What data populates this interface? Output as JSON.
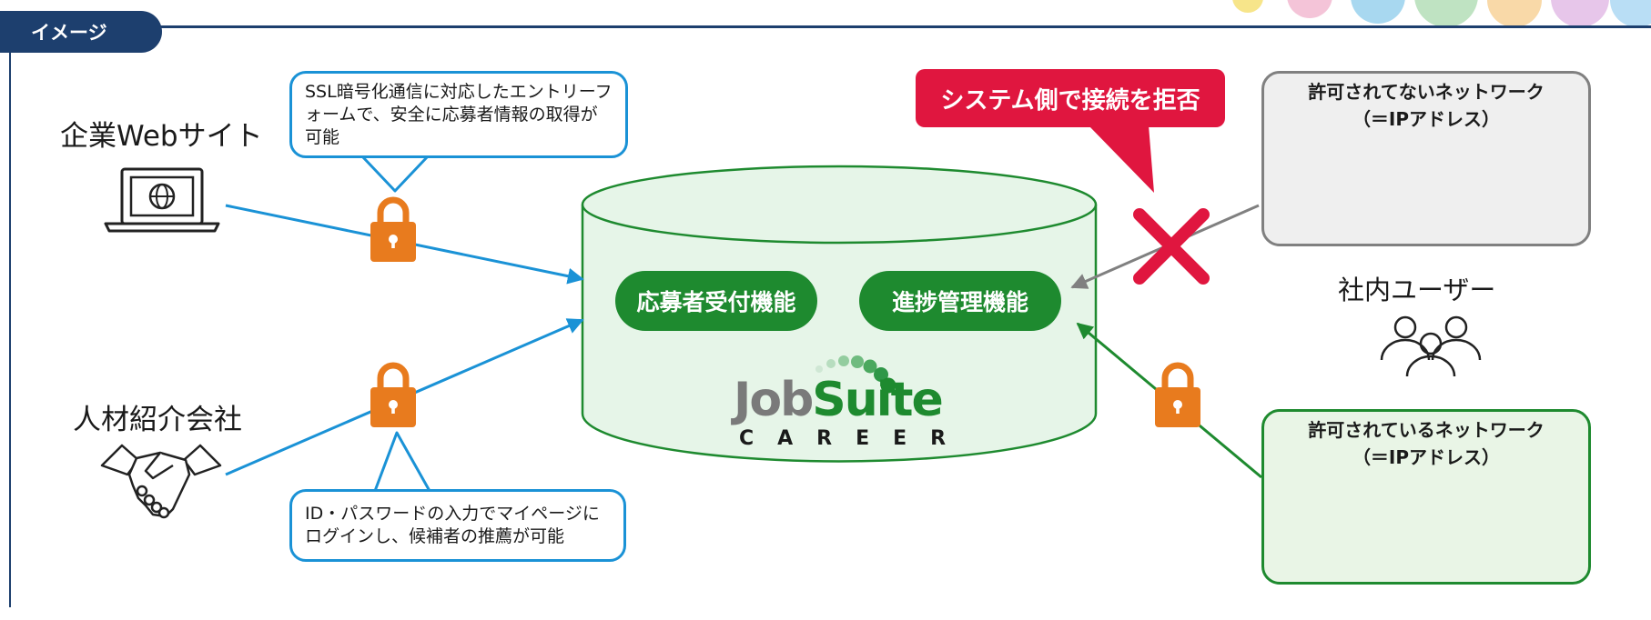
{
  "tag": "イメージ",
  "sources": {
    "corporate_site": "企業Webサイト",
    "agency": "人材紹介会社",
    "internal_users": "社内ユーザー"
  },
  "bubbles": {
    "ssl": "SSL暗号化通信に対応したエントリーフォームで、安全に応募者情報の取得が可能",
    "login": "ID・パスワードの入力でマイページにログインし、候補者の推薦が可能"
  },
  "reject_callout": "システム側で接続を拒否",
  "networks": {
    "denied_title": "許可されてないネットワーク",
    "denied_sub": "（＝IPアドレス）",
    "allowed_title": "許可されているネットワーク",
    "allowed_sub": "（＝IPアドレス）"
  },
  "functions": {
    "applicant": "応募者受付機能",
    "progress": "進捗管理機能"
  },
  "logo": {
    "job": "Job",
    "suite": "Suite",
    "career": "CAREER"
  },
  "colors": {
    "navy": "#1d3f6e",
    "blue_line": "#1a92d6",
    "green": "#1e8a2f",
    "red": "#e0163f",
    "lock_orange": "#e87b1e",
    "gray": "#808080"
  },
  "icons": [
    "laptop-globe-icon",
    "handshake-icon",
    "padlock-icon",
    "users-icon",
    "reject-x-icon"
  ]
}
